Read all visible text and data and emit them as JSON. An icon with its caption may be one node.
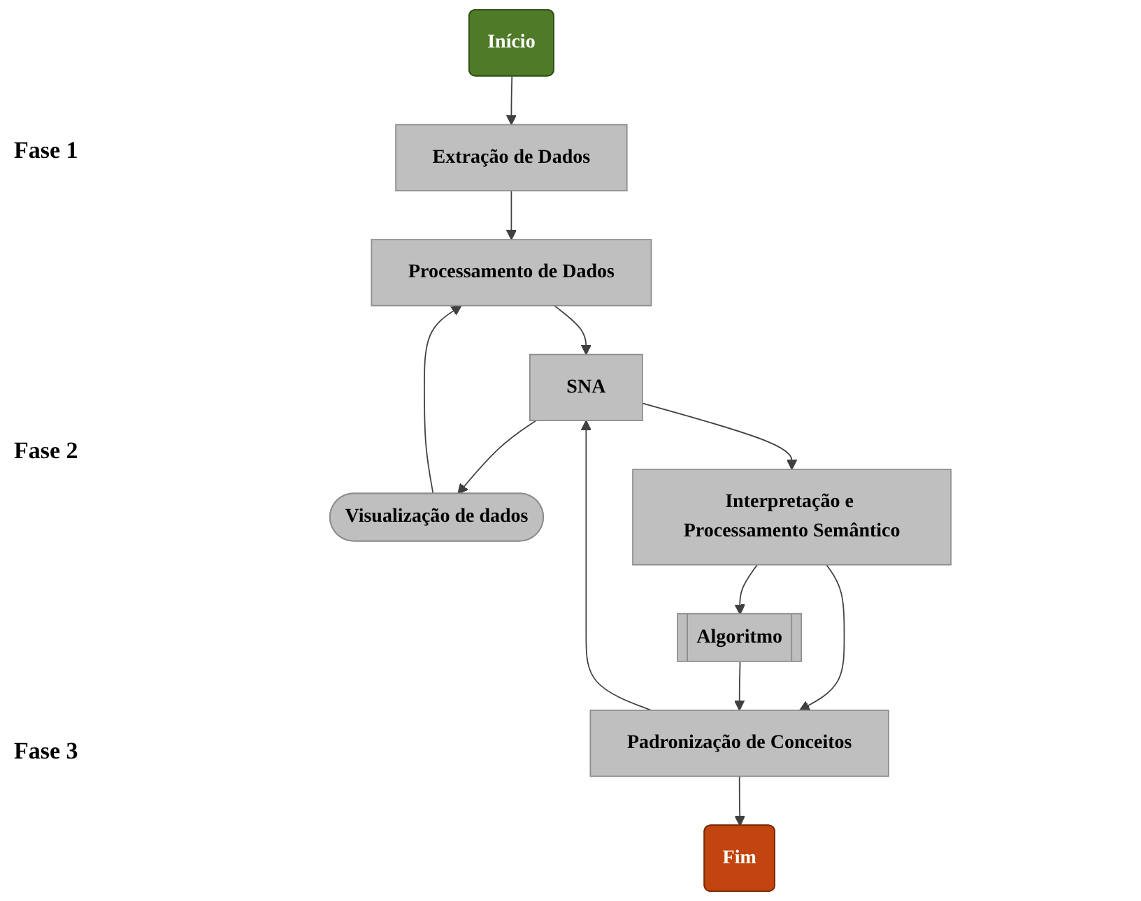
{
  "diagram": {
    "nodes": [
      {
        "text": [
          "Início"
        ]
      },
      {
        "text": [
          "Extração de Dados"
        ]
      },
      {
        "text": [
          "Processamento de Dados"
        ]
      },
      {
        "text": [
          "SNA"
        ]
      },
      {
        "text": [
          "Visualização de dados"
        ]
      },
      {
        "text": [
          "Interpretação e Processamento Semântico"
        ]
      },
      {
        "text": [
          "Algoritmo"
        ]
      },
      {
        "text": [
          "Padronização de Conceitos"
        ]
      },
      {
        "text": [
          "Fim"
        ]
      }
    ],
    "edges": [
      {
        "from": 0,
        "to": 1,
        "arrow": "to"
      },
      {
        "from": 1,
        "to": 2,
        "arrow": "to"
      },
      {
        "from": 2,
        "to": 3,
        "arrow": "to"
      },
      {
        "from": 3,
        "to": 4,
        "arrow": "to"
      },
      {
        "from": 4,
        "to": 2,
        "arrow": "to"
      },
      {
        "from": 3,
        "to": 5,
        "arrow": "to"
      },
      {
        "from": 5,
        "to": 6,
        "arrow": "to"
      },
      {
        "from": 5,
        "to": 7,
        "arrow": "to"
      },
      {
        "from": 6,
        "to": 7,
        "arrow": "to"
      },
      {
        "from": 7,
        "to": 3,
        "arrow": "to"
      },
      {
        "from": 7,
        "to": 8,
        "arrow": "to"
      }
    ],
    "labels": [
      "Fase 1",
      "Fase 2",
      "Fase 3"
    ]
  }
}
